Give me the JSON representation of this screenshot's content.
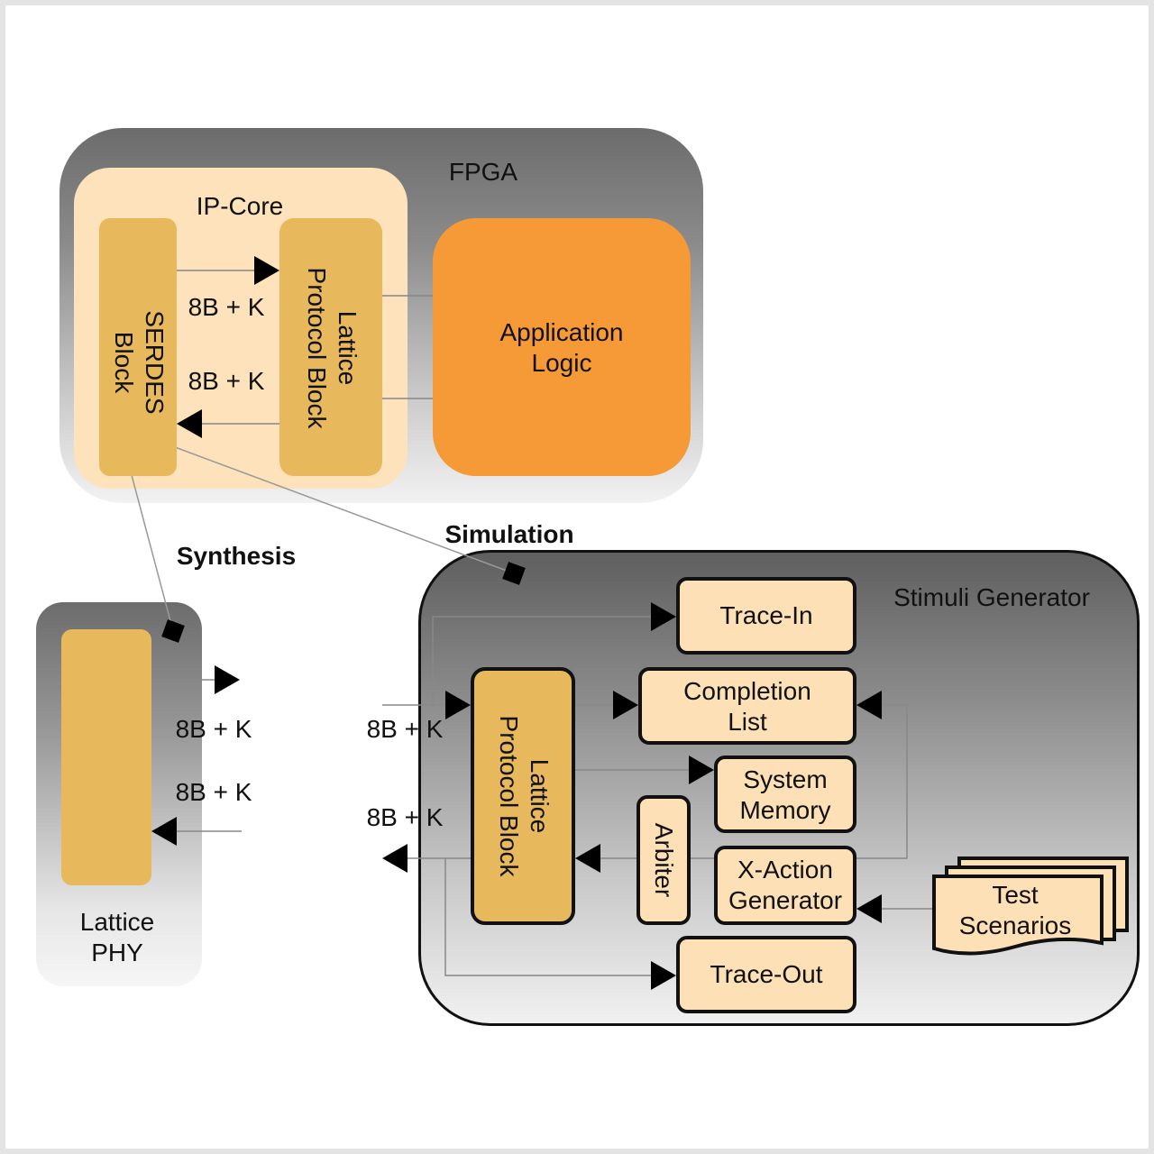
{
  "fpga": {
    "title": "FPGA",
    "ip_core": "IP-Core",
    "serdes_block": "SERDES\nBlock",
    "lattice_protocol_block": "Lattice\nProtocol Block",
    "application_logic": "Application\nLogic",
    "signal_top": "8B + K",
    "signal_bottom": "8B + K"
  },
  "labels": {
    "synthesis": "Synthesis",
    "simulation": "Simulation"
  },
  "phy": {
    "label": "Lattice\nPHY",
    "signal_top": "8B + K",
    "signal_bottom": "8B + K"
  },
  "stimuli": {
    "title": "Stimuli Generator",
    "signal_top": "8B + K",
    "signal_bottom": "8B + K",
    "lattice_protocol_block": "Lattice\nProtocol Block",
    "trace_in": "Trace-In",
    "completion_list": "Completion\nList",
    "system_memory": "System\nMemory",
    "arbiter": "Arbiter",
    "x_action_generator": "X-Action\nGenerator",
    "trace_out": "Trace-Out",
    "test_scenarios": "Test\nScenarios"
  },
  "colors": {
    "block_gold": "#e8b95c",
    "ip_core_fill": "#fde2bc",
    "application_orange": "#f59a37",
    "stimuli_box_fill": "#fde0b6"
  }
}
